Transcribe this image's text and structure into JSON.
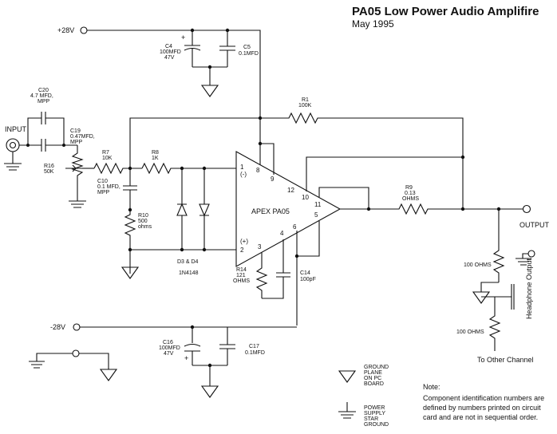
{
  "title": "PA05 Low Power Audio Amplifire",
  "date": "May 1995",
  "supply_pos": "+28V",
  "supply_neg": "-28V",
  "input_label": "INPUT",
  "output_label": "OUTPUT",
  "headphone_label": "Headphone Output",
  "other_channel": "To Other Channel",
  "opamp": {
    "name": "APEX  PA05",
    "pins": {
      "p1": "1",
      "minus": "(-)",
      "p2": "2",
      "plus": "(+)",
      "p3": "3",
      "p4": "4",
      "p5": "5",
      "p6": "6",
      "p8": "8",
      "p9": "9",
      "p10": "10",
      "p11": "11",
      "p12": "12"
    }
  },
  "components": {
    "c4": [
      "C4",
      "100MFD",
      "47V"
    ],
    "c5": [
      "C5",
      "0.1MFD"
    ],
    "c20": [
      "C20",
      "4.7 MFD,",
      "MPP"
    ],
    "c19": [
      "C19",
      "0.47MFD,",
      "MPP"
    ],
    "r16": [
      "R16",
      "50K"
    ],
    "r7": [
      "R7",
      "10K"
    ],
    "r8": [
      "R8",
      "1K"
    ],
    "r1": [
      "R1",
      "100K"
    ],
    "c10": [
      "C10",
      "0.1 MFD,",
      "MPP"
    ],
    "r10": [
      "R10",
      "500",
      "ohms"
    ],
    "diodes": [
      "D3 & D4",
      "1N4148"
    ],
    "r9": [
      "R9",
      "0.13",
      "OHMS"
    ],
    "r14": [
      "R14",
      "121",
      "OHMS"
    ],
    "c14": [
      "C14",
      "100pF"
    ],
    "c16": [
      "C16",
      "100MFD",
      "47V"
    ],
    "c17": [
      "C17",
      "0.1MFD"
    ],
    "r_hp1": "100 OHMS",
    "r_hp2": "100 OHMS"
  },
  "legend": {
    "ground_plane": [
      "GROUND",
      "PLANE",
      "ON PC",
      "BOARD"
    ],
    "star_ground": [
      "POWER",
      "SUPPLY",
      "STAR",
      "GROUND"
    ]
  },
  "note": {
    "heading": "Note:",
    "lines": [
      "Component identification numbers are",
      "defined by numbers printed on circuit",
      "card and are not in sequential order."
    ]
  }
}
